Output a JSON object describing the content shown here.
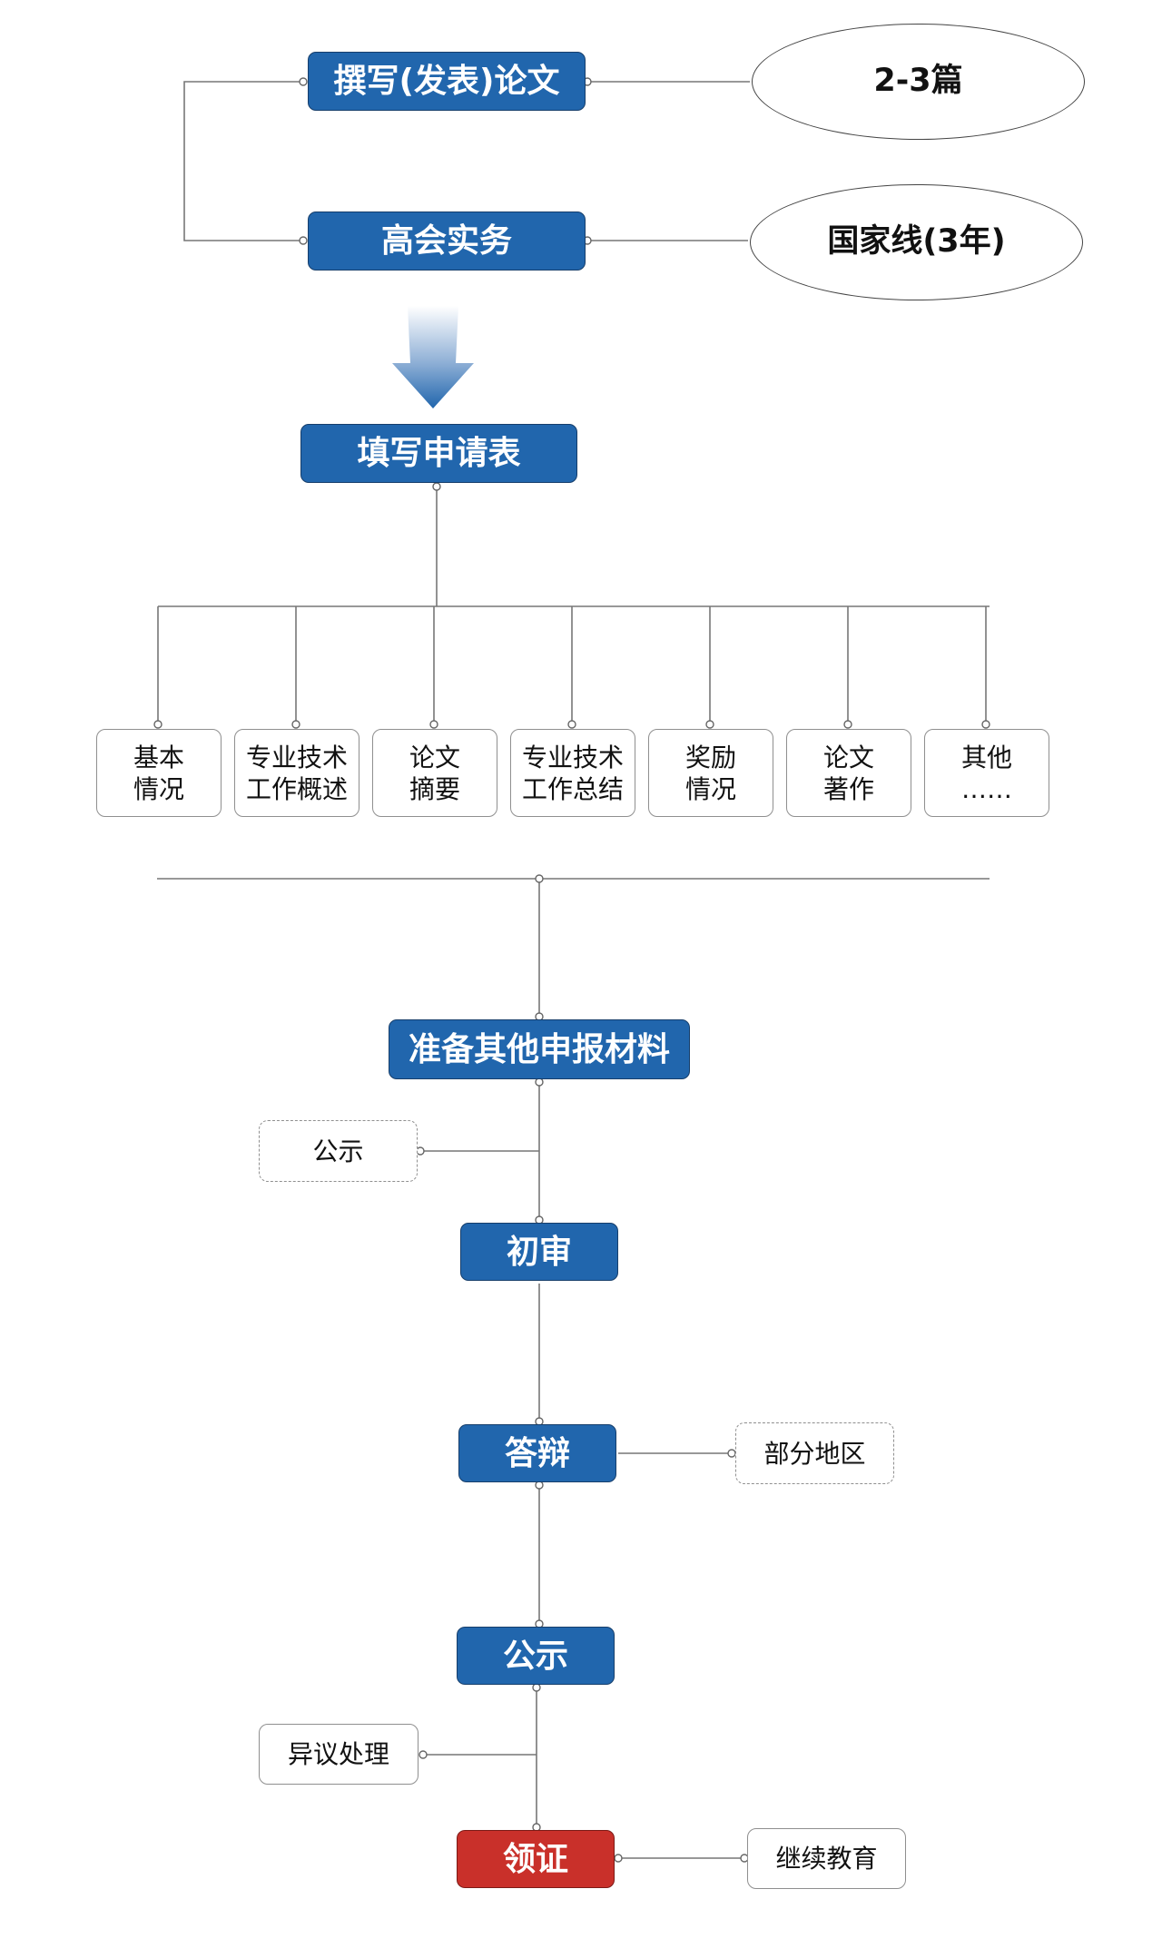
{
  "colors": {
    "primary": "#2166ad",
    "final": "#c9302a",
    "connector": "#777777"
  },
  "top": {
    "paper": "撰写(发表)论文",
    "paper_note": "2-3篇",
    "practice": "高会实务",
    "practice_note": "国家线(3年)"
  },
  "application": {
    "title": "填写申请表",
    "sections": [
      "基本\n情况",
      "专业技术\n工作概述",
      "论文\n摘要",
      "专业技术\n工作总结",
      "奖励\n情况",
      "论文\n著作",
      "其他\n……"
    ]
  },
  "process": {
    "prepare": "准备其他申报材料",
    "publicity_note": "公示",
    "initial_review": "初审",
    "defense": "答辩",
    "defense_note": "部分地区",
    "publicity": "公示",
    "objection": "异议处理",
    "certificate": "领证",
    "continuing_education": "继续教育"
  }
}
